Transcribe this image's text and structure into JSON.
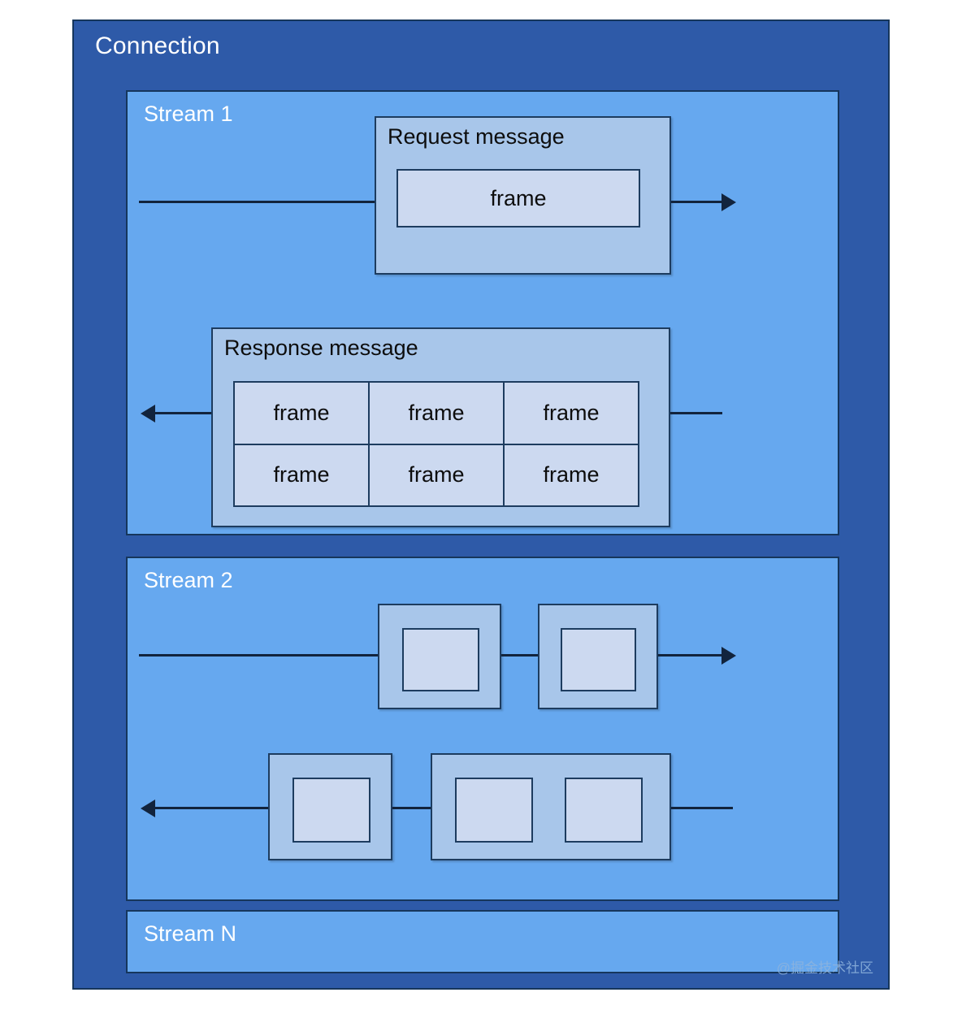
{
  "diagram": {
    "title": "Connection",
    "watermark": "@掘金技术社区",
    "colors": {
      "connection_bg": "#2e5aa8",
      "stream_bg": "#66a8ef",
      "message_bg": "#a8c6ea",
      "frame_bg": "#ccd9f0",
      "border": "#16365c",
      "line": "#12243d",
      "title_text": "#ffffff",
      "body_text": "#0d0d0d"
    },
    "streams": [
      {
        "label": "Stream 1",
        "rows": [
          {
            "direction": "right",
            "messages": [
              {
                "label": "Request message",
                "frames": [
                  [
                    "frame"
                  ]
                ]
              }
            ]
          },
          {
            "direction": "left",
            "messages": [
              {
                "label": "Response message",
                "frames": [
                  [
                    "frame",
                    "frame",
                    "frame"
                  ],
                  [
                    "frame",
                    "frame",
                    "frame"
                  ]
                ]
              }
            ]
          }
        ]
      },
      {
        "label": "Stream 2",
        "rows": [
          {
            "direction": "right",
            "messages": [
              {
                "label": "",
                "frames": [
                  [
                    ""
                  ]
                ]
              },
              {
                "label": "",
                "frames": [
                  [
                    ""
                  ]
                ]
              }
            ]
          },
          {
            "direction": "left",
            "messages": [
              {
                "label": "",
                "frames": [
                  [
                    ""
                  ]
                ]
              },
              {
                "label": "",
                "frames": [
                  [
                    "",
                    ""
                  ]
                ]
              }
            ]
          }
        ]
      },
      {
        "label": "Stream N",
        "rows": []
      }
    ]
  }
}
